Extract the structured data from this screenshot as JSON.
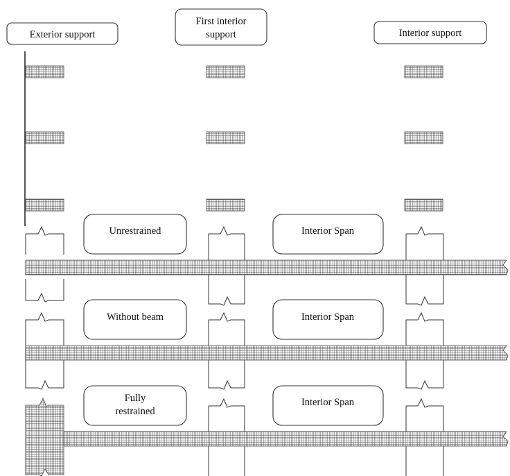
{
  "headers": {
    "exterior": "Exterior support",
    "first_interior": [
      "First interior",
      "support"
    ],
    "interior": "Interior support"
  },
  "rows": [
    {
      "end_condition": [
        "Unrestrained"
      ],
      "span": "Interior Span"
    },
    {
      "end_condition": [
        "Without beam"
      ],
      "span": "Interior Span"
    },
    {
      "end_condition": [
        "Fully",
        "restrained"
      ],
      "span": "Interior Span"
    }
  ],
  "colors": {
    "line": "#333333",
    "hatch": "#555555",
    "background": "#ffffff"
  }
}
